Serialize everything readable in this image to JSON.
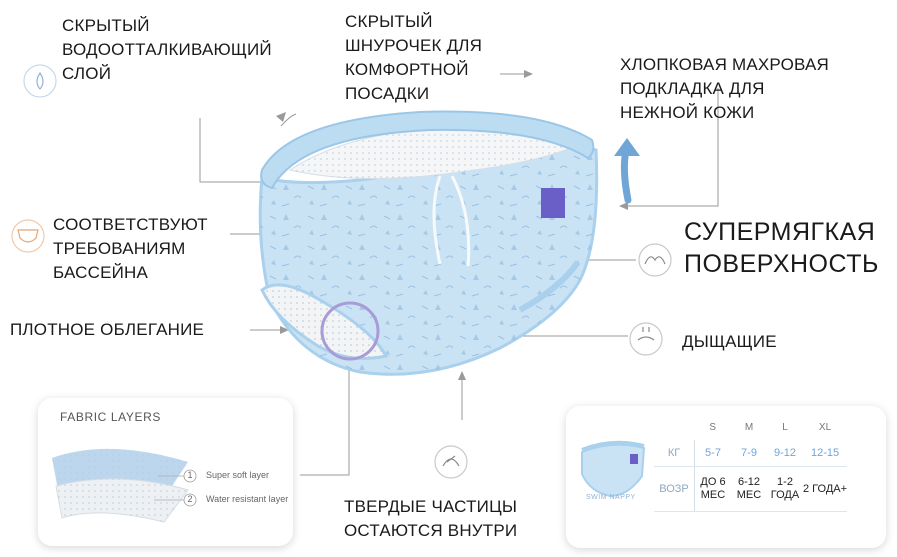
{
  "labels": {
    "hidden_layer": [
      "СКРЫТЫЙ",
      "ВОДООТТАЛКИВАЮЩИЙ",
      "СЛОЙ"
    ],
    "drawstring": [
      "СКРЫТЫЙ",
      "ШНУРОЧЕК ДЛЯ",
      "КОМФОРТНОЙ",
      "ПОСАДКИ"
    ],
    "cotton_lining": [
      "ХЛОПКОВАЯ МАХРОВАЯ",
      "ПОДКЛАДКА ДЛЯ",
      "НЕЖНОЙ КОЖИ"
    ],
    "pool_compliant": [
      "СООТВЕТСТВУЮТ",
      "ТРЕБОВАНИЯМ",
      "БАССЕЙНА"
    ],
    "super_soft": [
      "СУПЕРМЯГКАЯ",
      "ПОВЕРХНОСТЬ"
    ],
    "snug_fit": "ПЛОТНОЕ ОБЛЕГАНИЕ",
    "breathable": "ДЫЩАЩИЕ",
    "solids_inside": [
      "ТВЕРДЫЕ ЧАСТИЦЫ",
      "ОСТАЮТСЯ ВНУТРИ"
    ]
  },
  "fabric_card": {
    "title": "FABRIC LAYERS",
    "layers": [
      {
        "num": "1",
        "name": "Super soft layer"
      },
      {
        "num": "2",
        "name": "Water resistant layer"
      }
    ]
  },
  "size_card": {
    "product_name": "SWIM NAPPY",
    "sizes": [
      "S",
      "M",
      "L",
      "XL"
    ],
    "weight_label": "КГ",
    "weights": [
      "5-7",
      "7-9",
      "9-12",
      "12-15"
    ],
    "age_label": "ВОЗР",
    "ages": [
      [
        "ДО 6",
        "МЕС"
      ],
      [
        "6-12",
        "МЕС"
      ],
      [
        "1-2",
        "ГОДА"
      ],
      [
        "2 ГОДА+"
      ]
    ]
  },
  "icons": [
    "drop-leaf-icon",
    "nappy-icon",
    "soft-surface-icon",
    "breathable-icon",
    "solids-icon"
  ],
  "colors": {
    "nappy_fill": "#c9e3f5",
    "nappy_trim": "#a9d0ec",
    "tag": "#6a5fc7",
    "accent_arrow": "#6fa6d6",
    "zoom_ring": "#a99bd6",
    "leader_line": "#9a9a9a",
    "icon_stroke": "#8a8a8a"
  }
}
